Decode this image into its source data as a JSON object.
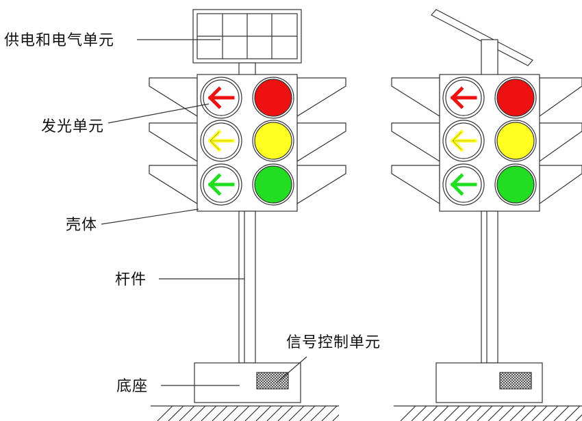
{
  "labels": {
    "power_unit": "供电和电气单元",
    "light_unit": "发光单元",
    "housing": "壳体",
    "pole": "杆件",
    "signal_control_unit": "信号控制单元",
    "base": "底座"
  },
  "colors": {
    "red": "#ee1111",
    "yellow": "#ffff22",
    "green": "#22dd22",
    "line": "#333333",
    "background": "#ffffff"
  },
  "icons": {
    "arrow": "left-arrow-icon",
    "solar_panel": "solar-panel-icon",
    "ground": "ground-hatch-icon",
    "signal_box": "signal-control-box-icon"
  }
}
